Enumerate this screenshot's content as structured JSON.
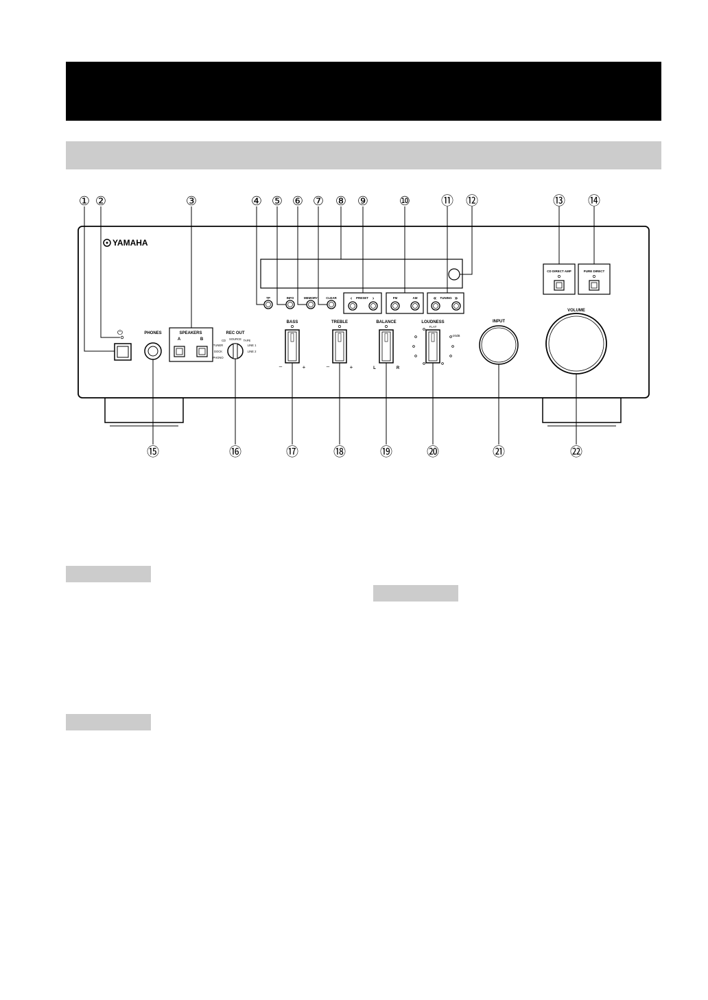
{
  "panel": {
    "brand": "YAMAHA",
    "power_symbol": "⏻",
    "phones": "PHONES",
    "speakers": {
      "title": "SPEAKERS",
      "a": "A",
      "b": "B"
    },
    "rec_out": {
      "title": "REC OUT",
      "positions": [
        "SOURCE",
        "CD",
        "TUNER",
        "DOCK",
        "PHONO",
        "TAPE",
        "LINE 1",
        "LINE 2"
      ]
    },
    "buttons": {
      "tp": "TP",
      "info": "INFO",
      "memory": "MEMORY",
      "clear": "CLEAR",
      "preset": "PRESET",
      "fm": "FM",
      "am": "AM",
      "tuning": "TUNING",
      "prev": "‹",
      "next": "›",
      "tune_down": "«",
      "tune_up": "»"
    },
    "bass": {
      "label": "BASS",
      "minus": "–",
      "plus": "+"
    },
    "treble": {
      "label": "TREBLE",
      "minus": "–",
      "plus": "+"
    },
    "balance": {
      "label": "BALANCE",
      "left": "L",
      "right": "R"
    },
    "loudness": {
      "label": "LOUDNESS",
      "flat": "FLAT",
      "db": "–20dB"
    },
    "input": "INPUT",
    "volume": "VOLUME",
    "cd_direct_amp": "CD DIRECT AMP",
    "pure_direct": "PURE DIRECT"
  },
  "callouts_top": [
    "①",
    "②",
    "③",
    "④",
    "⑤",
    "⑥",
    "⑦",
    "⑧",
    "⑨",
    "⑩",
    "⑪",
    "⑫",
    "⑬",
    "⑭"
  ],
  "callouts_bottom": [
    "⑮",
    "⑯",
    "⑰",
    "⑱",
    "⑲",
    "⑳",
    "㉑",
    "㉒"
  ]
}
